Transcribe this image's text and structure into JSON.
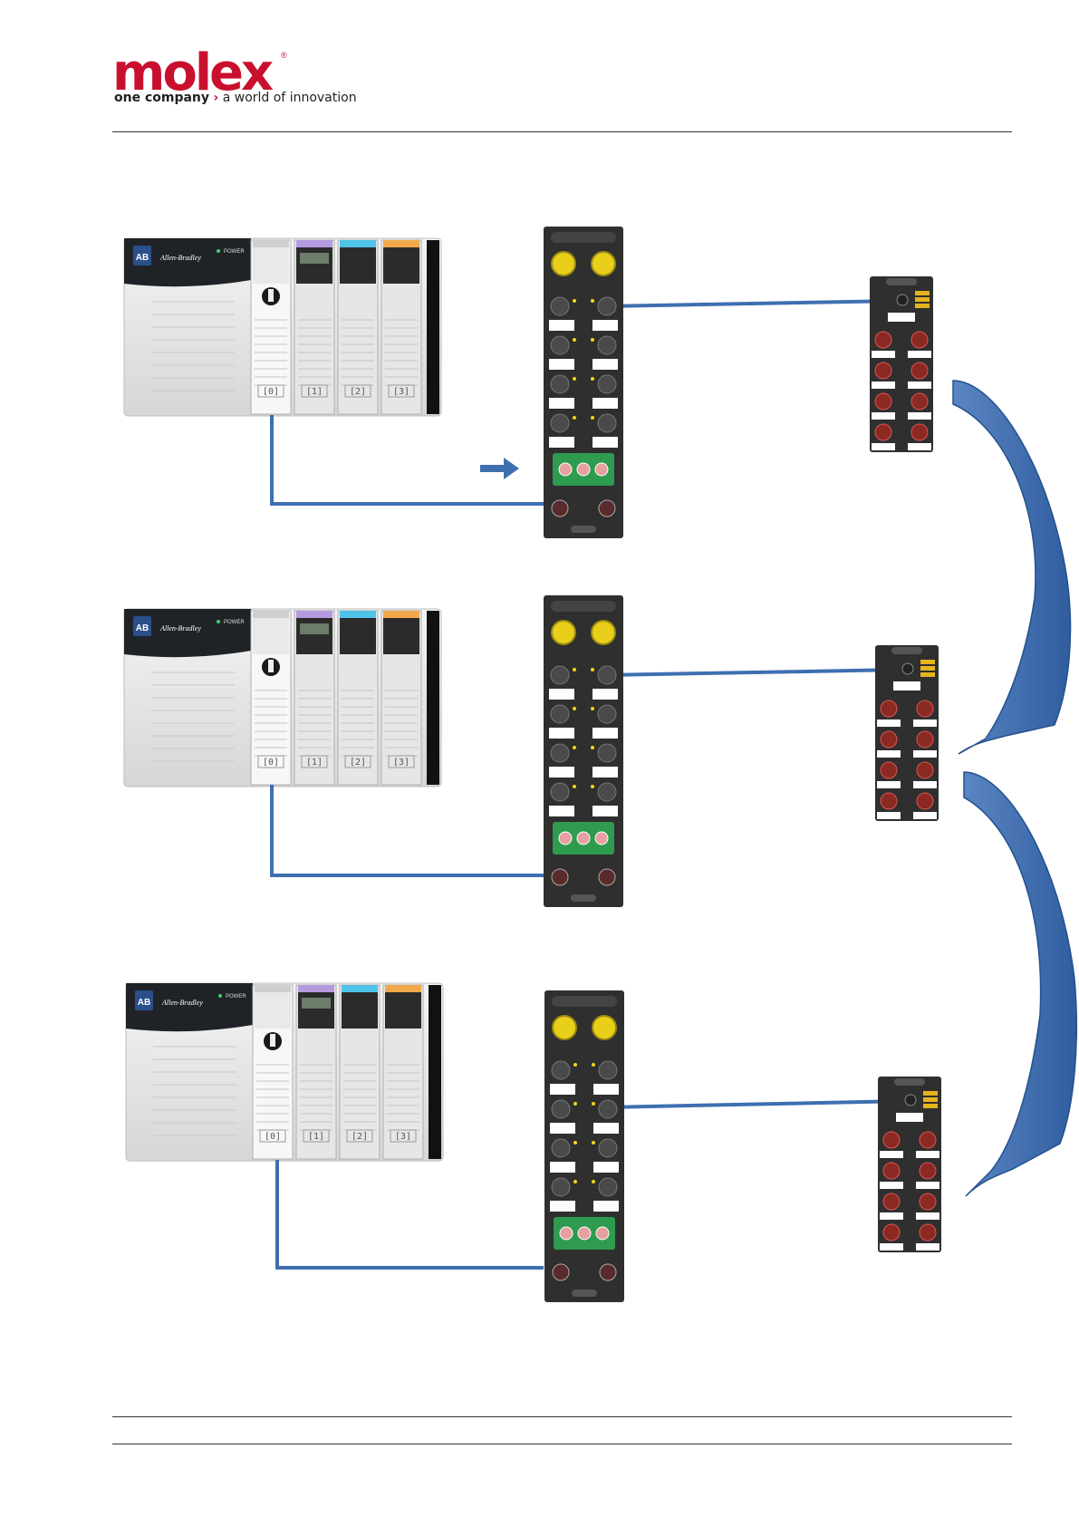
{
  "header": {
    "logo_word": "molex",
    "logo_registered": "®",
    "tagline_bold": "one company",
    "tagline_rest": "a world of innovation"
  },
  "plc": {
    "brand": "Allen-Bradley",
    "badge": "AB",
    "power_label": "POWER",
    "slots": [
      "[0]",
      "[1]",
      "[2]",
      "[3]"
    ]
  },
  "colors": {
    "brand_red": "#c8102e",
    "cable_blue": "#3e6fb0",
    "arrow_blue": "#4a74b4",
    "module_dark": "#2f2f2f",
    "connector_yellow": "#e8cf1a",
    "port_red": "#8b2a22",
    "led_green": "#2e9b4e"
  }
}
